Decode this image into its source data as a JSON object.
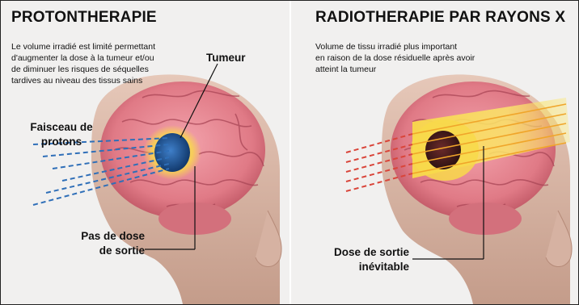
{
  "left": {
    "title": "PROTONTHERAPIE",
    "description": "Le volume irradié est limité permettant\nd'augmenter la dose à la tumeur et/ou\nde diminuer les risques de séquelles\ntardives au niveau des tissus sains",
    "label_tumeur": "Tumeur",
    "label_faisceau_1": "Faisceau de",
    "label_faisceau_2": "protons",
    "label_pas_dose_1": "Pas de dose",
    "label_pas_dose_2": "de sortie"
  },
  "right": {
    "title": "RADIOTHERAPIE PAR RAYONS X",
    "description": "Volume de tissu irradié plus important\nen raison de la dose résiduelle après avoir\natteint la tumeur",
    "label_dose_1": "Dose de sortie",
    "label_dose_2": "inévitable"
  },
  "colors": {
    "proton_beam": "#2f6fb8",
    "xray_beam": "#d9453a",
    "tumor_proton": "#1f4f8f",
    "tumor_xray": "#4a1f1f",
    "brain": "#e07a86",
    "skin": "#d9b8a8",
    "dose_glow": "#f5d33a"
  }
}
